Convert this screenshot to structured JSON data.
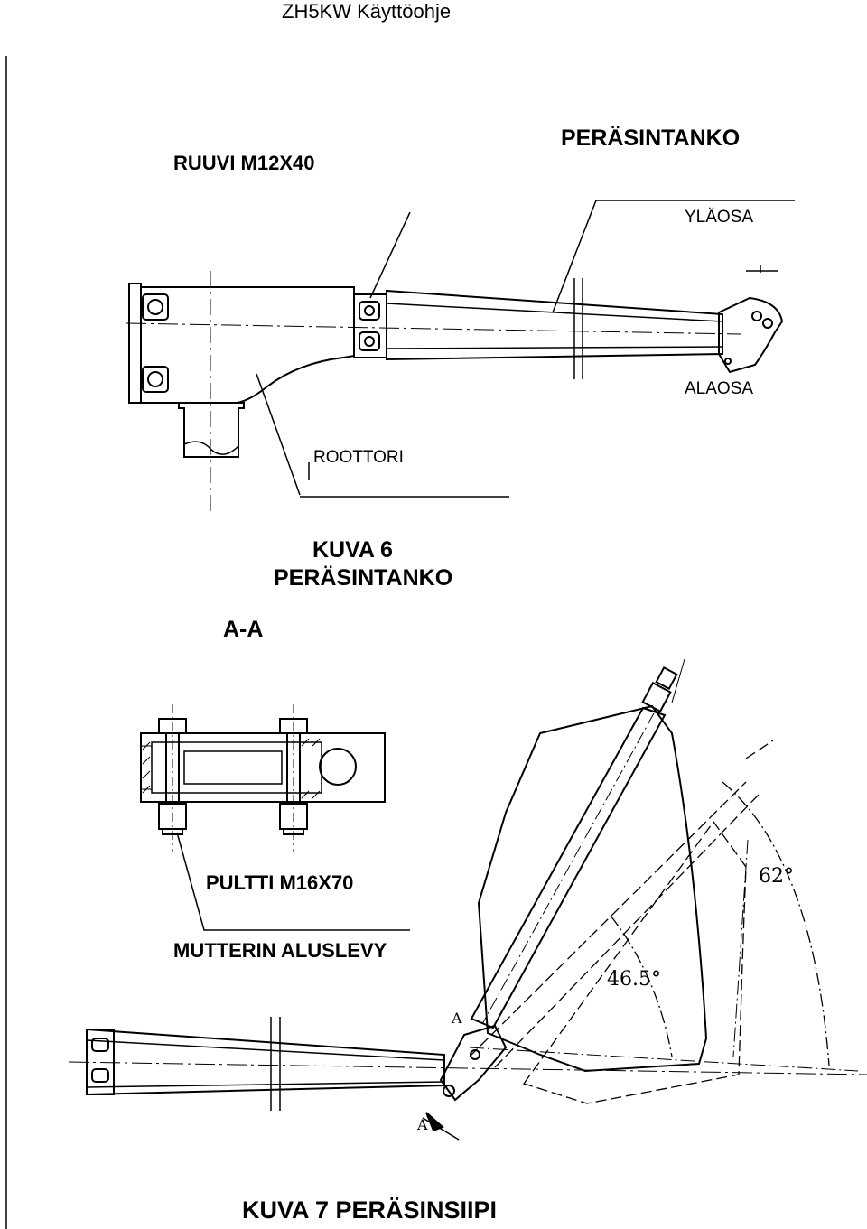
{
  "header": {
    "title": "ZH5KW Käyttöohje"
  },
  "figure6": {
    "labels": {
      "bolt": "RUUVI M12X40",
      "rudder_stock": "PERÄSINTANKO",
      "upper_part": "YLÄOSA",
      "lower_part": "ALAOSA",
      "rotor": "ROOTTORI"
    },
    "caption_line1": "KUVA 6",
    "caption_line2": "PERÄSINTANKO"
  },
  "figure7": {
    "section_label": "A-A",
    "labels": {
      "bolt": "PULTTI M16X70",
      "nut_washer": "MUTTERIN ALUSLEVY"
    },
    "angles": {
      "angle_outer": "62°",
      "angle_inner": "46.5°"
    },
    "section_marks": {
      "top": "A",
      "bottom": "A"
    },
    "caption": "KUVA 7 PERÄSINSIIPI"
  }
}
